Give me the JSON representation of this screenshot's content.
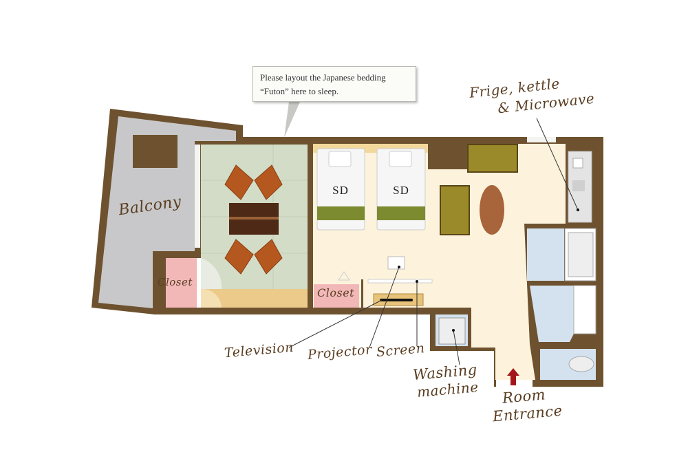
{
  "callout": {
    "line1": "Please layout the Japanese bedding",
    "line2": "“Futon” here to sleep."
  },
  "labels": {
    "balcony": "Balcony",
    "closet_left": "Closet",
    "closet_right": "Closet",
    "bed_1": "SD",
    "bed_2": "SD",
    "kitchen_line1": "Frige, kettle",
    "kitchen_line2": "& Microwave",
    "television": "Television",
    "projector": "Projector",
    "screen": "Screen",
    "washing_line1": "Washing",
    "washing_line2": "machine",
    "entrance_line1": "Room",
    "entrance_line2": "Entrance"
  },
  "colors": {
    "wall": "#6e5230",
    "balcony": "#c8c8ca",
    "tatami": "#d3dcc6",
    "floor": "#fdf3dc",
    "closet": "#f2b8b8",
    "bath": "#d3e2ee",
    "label": "#5a3e22",
    "entrance_arrow": "#a3161a"
  }
}
